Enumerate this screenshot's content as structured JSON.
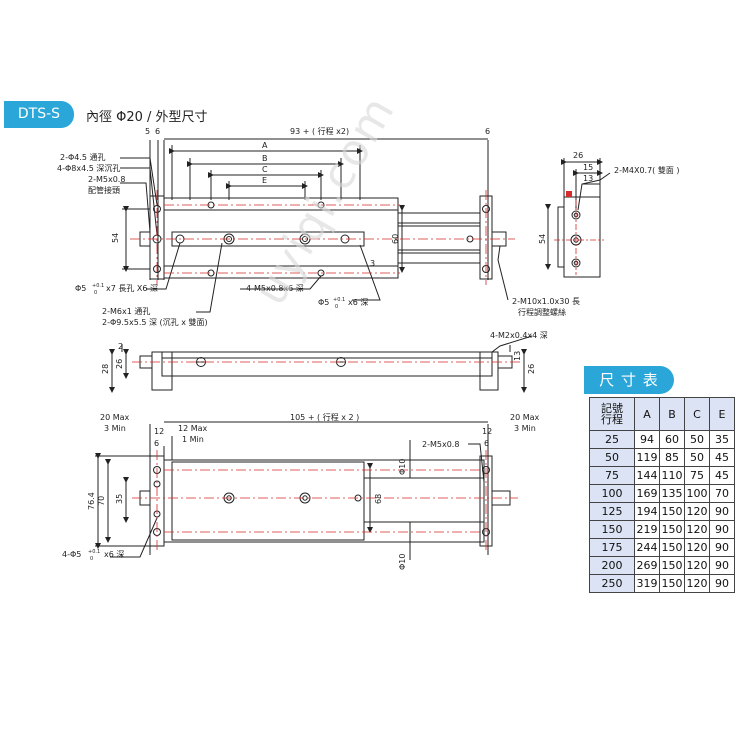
{
  "header": {
    "badge": "DTS-S",
    "title": "內徑 Φ20 / 外型尺寸"
  },
  "top_view": {
    "dim_5": "5",
    "dim_6_left": "6",
    "dim_93": "93 + ( 行程 x2)",
    "dim_6_right": "6",
    "dim_A": "A",
    "dim_B": "B",
    "dim_C": "C",
    "dim_E": "E",
    "dim_54": "54",
    "dim_60": "60",
    "dim_3": "3",
    "note_hole_through": "2-Φ4.5 通孔",
    "note_counterbore": "4-Φ8x4.5 深沉孔",
    "note_m5": "2-M5x0.8",
    "note_port": "配管接頭",
    "note_slot_a": "Φ5",
    "note_slot_b": "x7 長孔 X6 深",
    "note_m6": "2-M6x1 通孔",
    "note_phi95": "2-Φ9.5x5.5 深 (沉孔 x 雙面)",
    "note_m5_bottom": "4-M5x0.8x6 深",
    "note_phi5_b": "Φ5",
    "note_phi5_depth": "x6 深",
    "note_m10": "2-M10x1.0x30 長",
    "note_adjust": "行程調整螺絲",
    "tol_plus": "+0.1",
    "tol_zero": "0"
  },
  "side_view": {
    "dim_26_top": "26",
    "dim_15": "15",
    "dim_13_top": "13",
    "dim_54": "54",
    "note_m4": "2-M4X0.7( 雙面 )"
  },
  "middle_view": {
    "dim_2": "2",
    "dim_28": "28",
    "dim_26": "26",
    "dim_13": "13",
    "dim_26_right": "26",
    "note_m2": "4-M2x0.4x4 深"
  },
  "bottom_view": {
    "dim_20max_left": "20 Max",
    "dim_3min_left": "3 Min",
    "dim_12_left": "12",
    "dim_6_left": "6",
    "dim_12max": "12 Max",
    "dim_1min": "1 Min",
    "dim_105": "105 + ( 行程 x 2 )",
    "dim_20max_right": "20 Max",
    "dim_3min_right": "3 Min",
    "dim_12_right": "12",
    "dim_6_right": "6",
    "dim_764": "76.4",
    "dim_70": "70",
    "dim_35": "35",
    "dim_68": "68",
    "dim_phi10_top": "Φ10",
    "dim_phi10_bottom": "Φ10",
    "note_m5": "2-M5x0.8",
    "note_phi5": "4-Φ5",
    "note_phi5_depth": "x6 深"
  },
  "table": {
    "title": "尺 寸 表",
    "header_first_line1": "記號",
    "header_first_line2": "行程",
    "columns": [
      "A",
      "B",
      "C",
      "E"
    ],
    "rows": [
      [
        "25",
        "94",
        "60",
        "50",
        "35"
      ],
      [
        "50",
        "119",
        "85",
        "50",
        "45"
      ],
      [
        "75",
        "144",
        "110",
        "75",
        "45"
      ],
      [
        "100",
        "169",
        "135",
        "100",
        "70"
      ],
      [
        "125",
        "194",
        "150",
        "120",
        "90"
      ],
      [
        "150",
        "219",
        "150",
        "120",
        "90"
      ],
      [
        "175",
        "244",
        "150",
        "120",
        "90"
      ],
      [
        "200",
        "269",
        "150",
        "120",
        "90"
      ],
      [
        "250",
        "319",
        "150",
        "120",
        "90"
      ]
    ]
  },
  "watermark": "uyiqi.com",
  "colors": {
    "accent": "#2aa6d9",
    "line": "#222222",
    "center": "#d62b2b",
    "table_header": "#dbe3f4"
  }
}
